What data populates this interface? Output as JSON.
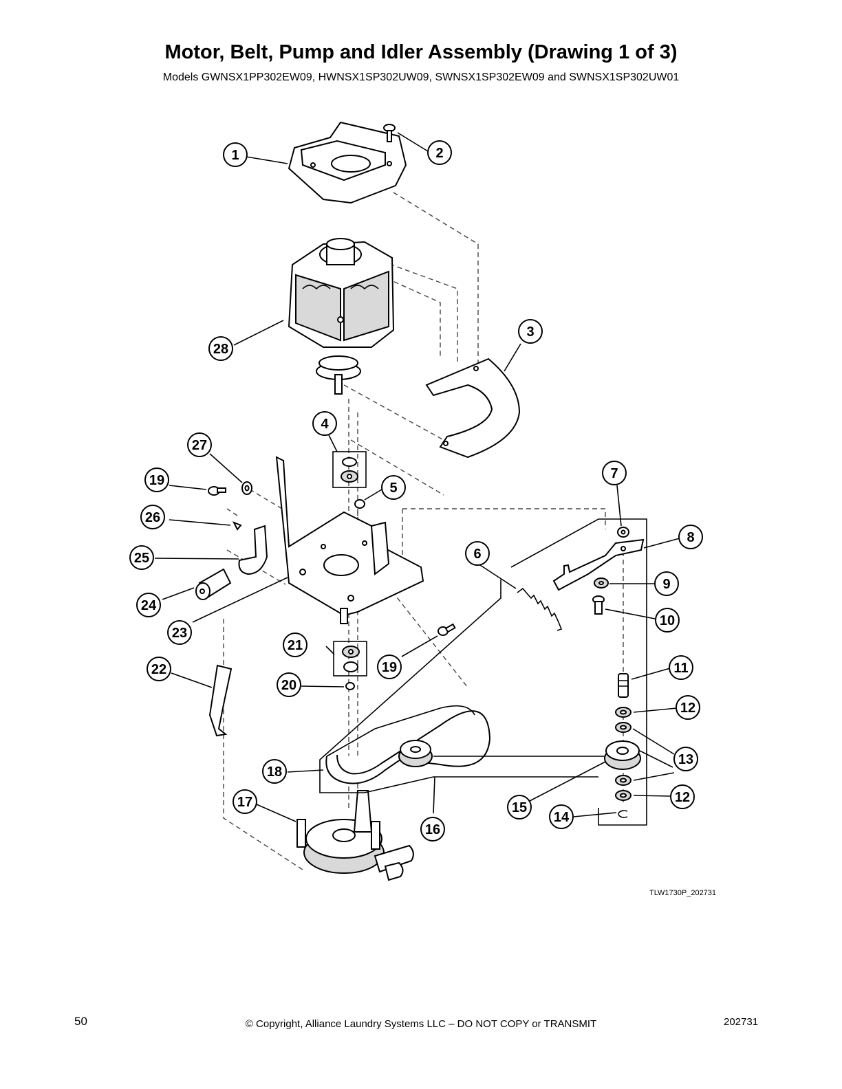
{
  "header": {
    "title": "Motor, Belt, Pump and Idler Assembly (Drawing 1 of 3)",
    "subtitle": "Models GWNSX1PP302EW09, HWNSX1SP302UW09, SWNSX1SP302EW09 and SWNSX1SP302UW01"
  },
  "diagram": {
    "drawing_code": "TLW1730P_202731",
    "callouts": [
      {
        "label": "1",
        "name": "motor-cover"
      },
      {
        "label": "2",
        "name": "screw"
      },
      {
        "label": "3",
        "name": "motor-shield"
      },
      {
        "label": "4",
        "name": "mount-kit-upper"
      },
      {
        "label": "5",
        "name": "nut"
      },
      {
        "label": "6",
        "name": "idler-spring"
      },
      {
        "label": "7",
        "name": "idler-nut"
      },
      {
        "label": "8",
        "name": "idler-arm"
      },
      {
        "label": "9",
        "name": "washer"
      },
      {
        "label": "10",
        "name": "idler-stud"
      },
      {
        "label": "11",
        "name": "idler-shaft"
      },
      {
        "label": "12",
        "name": "washer-upper"
      },
      {
        "label": "13",
        "name": "idler-pulley-spacer"
      },
      {
        "label": "15",
        "name": "idler-pulley"
      },
      {
        "label": "12",
        "name": "washer-lower"
      },
      {
        "label": "14",
        "name": "retaining-ring"
      },
      {
        "label": "16",
        "name": "pump-pulley"
      },
      {
        "label": "17",
        "name": "pump"
      },
      {
        "label": "18",
        "name": "drive-belt"
      },
      {
        "label": "19",
        "name": "screw-right"
      },
      {
        "label": "20",
        "name": "nut-lower"
      },
      {
        "label": "21",
        "name": "mount-kit-lower"
      },
      {
        "label": "22",
        "name": "clip"
      },
      {
        "label": "23",
        "name": "motor-mount-bracket"
      },
      {
        "label": "24",
        "name": "capacitor"
      },
      {
        "label": "25",
        "name": "capacitor-strap"
      },
      {
        "label": "26",
        "name": "screw-small"
      },
      {
        "label": "19",
        "name": "screw-left"
      },
      {
        "label": "27",
        "name": "washer-left"
      },
      {
        "label": "28",
        "name": "motor"
      }
    ]
  },
  "footer": {
    "page_number": "50",
    "copyright": "© Copyright, Alliance Laundry Systems LLC – DO NOT COPY or TRANSMIT",
    "doc_number": "202731"
  }
}
